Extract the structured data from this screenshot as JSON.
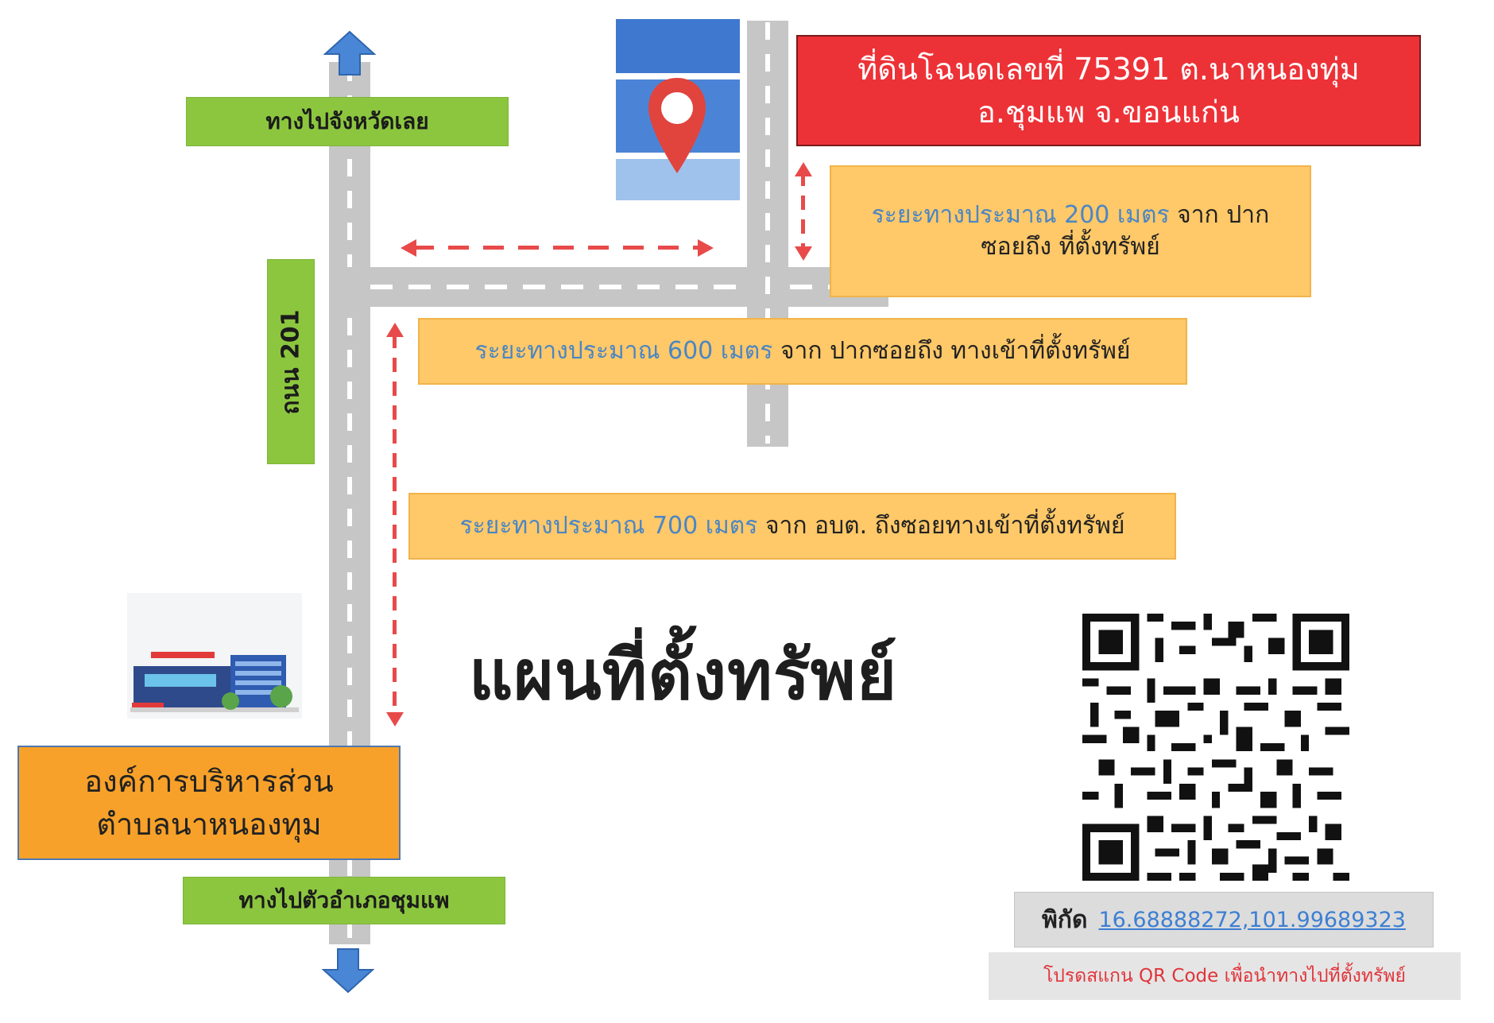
{
  "map": {
    "title": "แผนที่ตั้งทรัพย์",
    "property_label": {
      "line1": "ที่ดินโฉนดเลขที่ 75391 ต.นาหนองทุ่ม",
      "line2": "อ.ชุมแพ จ.ขอนแก่น"
    },
    "road_signs": {
      "north": "ทางไปจังหวัดเลย",
      "south": "ทางไปตัวอำเภอชุมแพ",
      "road_name": "ถนน 201"
    },
    "distances": [
      {
        "distance": "ระยะทางประมาณ 200 เมตร",
        "desc_a": "จาก ปาก",
        "desc_b": "ซอยถึง ที่ตั้งทรัพย์"
      },
      {
        "distance": "ระยะทางประมาณ 600 เมตร",
        "desc": "จาก ปากซอยถึง ทางเข้าที่ตั้งทรัพย์"
      },
      {
        "distance": "ระยะทางประมาณ 700 เมตร",
        "desc": "จาก อบต. ถึงซอยทางเข้าที่ตั้งทรัพย์"
      }
    ],
    "office": {
      "line1": "องค์การบริหารส่วน",
      "line2": "ตำบลนาหนองทุม"
    },
    "coords": {
      "label": "พิกัด",
      "value": "16.68888272,101.99689323"
    },
    "qr_note": "โปรดสแกน QR Code เพื่อนำทางไปที่ตั้งทรัพย์",
    "icons": {
      "north_arrow": "arrow-up-icon",
      "south_arrow": "arrow-down-icon",
      "pin": "map-pin-icon",
      "building": "building-icon",
      "qr": "qr-code"
    },
    "colors": {
      "road": "#c6c6c6",
      "green_sign": "#8cc63f",
      "info_box": "#ffc868",
      "property_box": "#ed3237",
      "office_box": "#f7a12a",
      "arrow_blue": "#4a86d6",
      "distance_text": "#4a86c5",
      "dashed_red": "#e84a4a"
    }
  }
}
